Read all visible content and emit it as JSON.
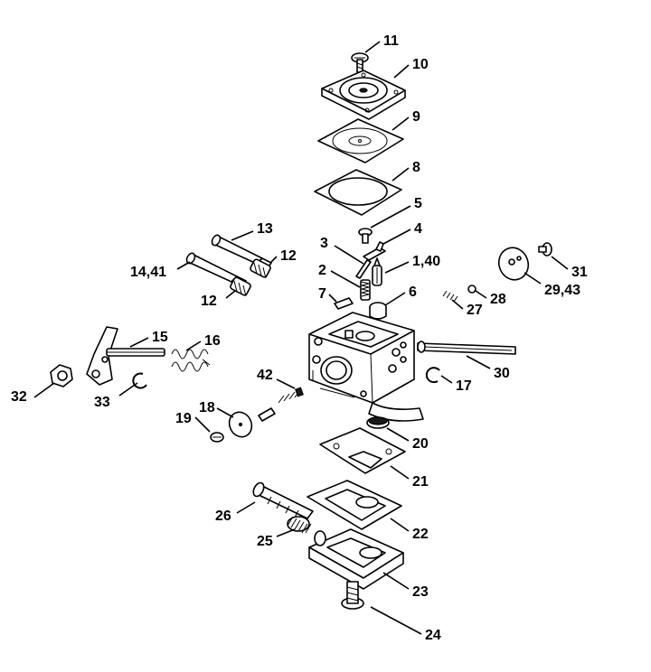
{
  "callouts": {
    "c1_40": "1,40",
    "c2": "2",
    "c3": "3",
    "c4": "4",
    "c5": "5",
    "c6": "6",
    "c7": "7",
    "c8": "8",
    "c9": "9",
    "c10": "10",
    "c11": "11",
    "c12a": "12",
    "c12b": "12",
    "c13": "13",
    "c14_41": "14,41",
    "c15": "15",
    "c16": "16",
    "c17": "17",
    "c18": "18",
    "c19": "19",
    "c20": "20",
    "c21": "21",
    "c22": "22",
    "c23": "23",
    "c24": "24",
    "c25": "25",
    "c26": "26",
    "c27": "27",
    "c28": "28",
    "c29_43": "29,43",
    "c30": "30",
    "c31": "31",
    "c32": "32",
    "c33": "33",
    "c42": "42"
  }
}
